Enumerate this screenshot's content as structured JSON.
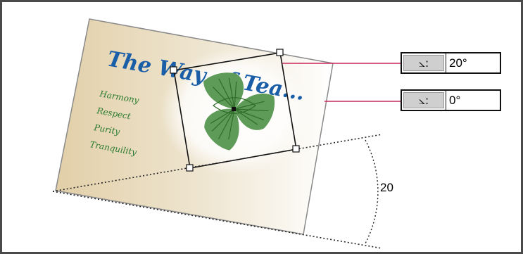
{
  "card": {
    "title": "The Way of Tea...",
    "values": [
      "Harmony",
      "Respect",
      "Purity",
      "Tranquility"
    ]
  },
  "controls": [
    {
      "icon": "angle-icon",
      "glyph": "⦣:",
      "value": "20°"
    },
    {
      "icon": "angle-icon",
      "glyph": "⦣:",
      "value": "0°"
    }
  ],
  "annotation": {
    "rotation_label": "20"
  },
  "colors": {
    "title_blue": "#1a5ea8",
    "list_green": "#2a7a2e",
    "leader_line": "#c8285a",
    "card_tint": "#e6d6b8",
    "leaf_green": "#5e9a58"
  }
}
